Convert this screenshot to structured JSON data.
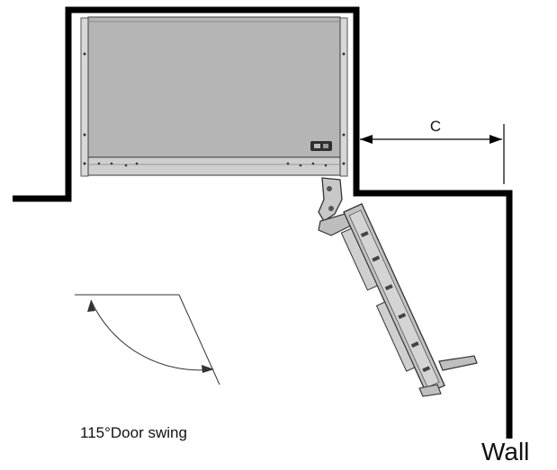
{
  "labels": {
    "dimension": "C",
    "swing": "115°Door swing",
    "wall": "Wall"
  },
  "colors": {
    "wall_line": "#000000",
    "cabinet_fill": "#b5b5b5",
    "cabinet_stroke": "#555555",
    "mechanism_fill": "#c2c2c2"
  },
  "swing_angle_degrees": 115
}
